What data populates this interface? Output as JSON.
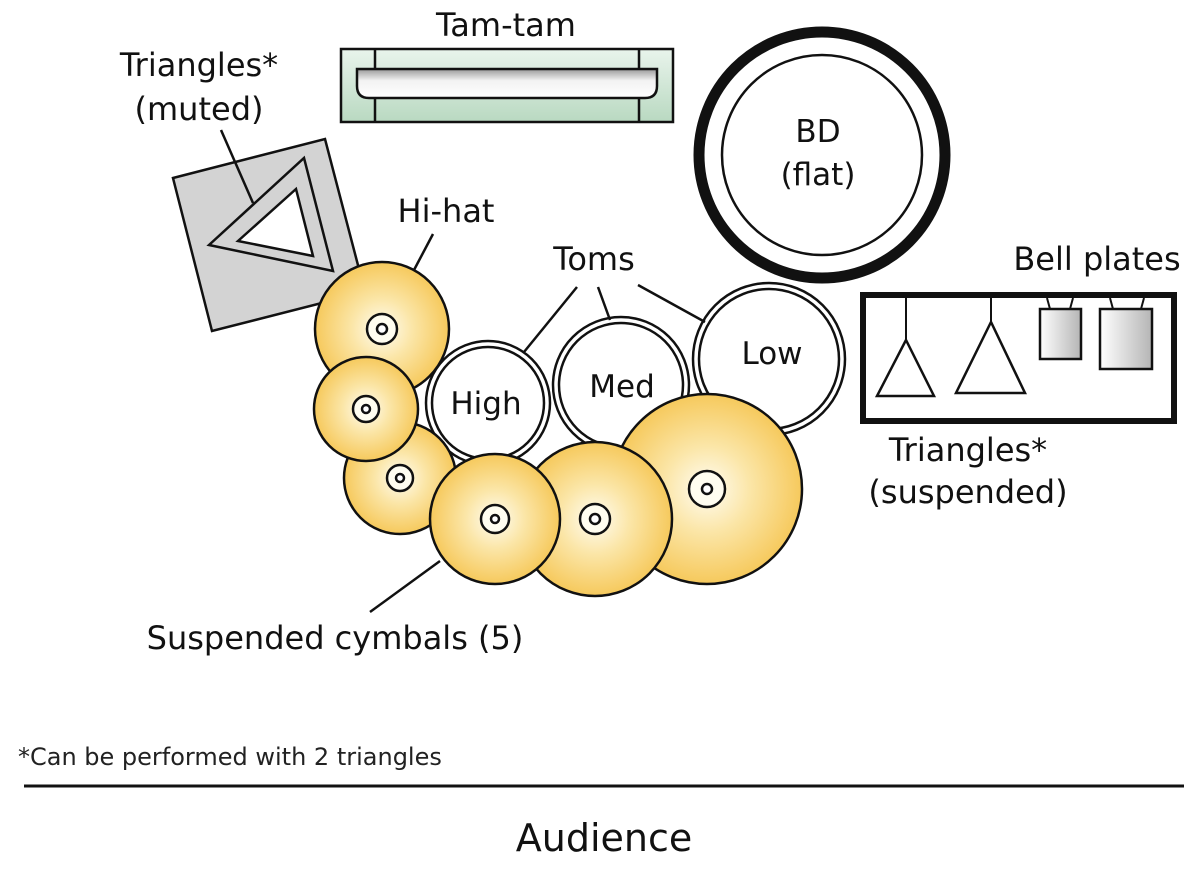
{
  "labels": {
    "tam_tam": "Tam-tam",
    "triangles_muted_line1": "Triangles*",
    "triangles_muted_line2": "(muted)",
    "bd_line1": "BD",
    "bd_line2": "(flat)",
    "hi_hat": "Hi-hat",
    "toms": "Toms",
    "tom_high": "High",
    "tom_med": "Med",
    "tom_low": "Low",
    "bell_plates": "Bell plates",
    "triangles_susp_line1": "Triangles*",
    "triangles_susp_line2": "(suspended)",
    "suspended_cymbals": "Suspended cymbals (5)"
  },
  "footnote": "*Can be performed with 2 triangles",
  "audience": "Audience",
  "colors": {
    "cymbal_center": "#fffdf4",
    "cymbal_edge": "#f6c95c",
    "tam_tam_frame": "#d3e8d7",
    "stroke": "#111111"
  }
}
